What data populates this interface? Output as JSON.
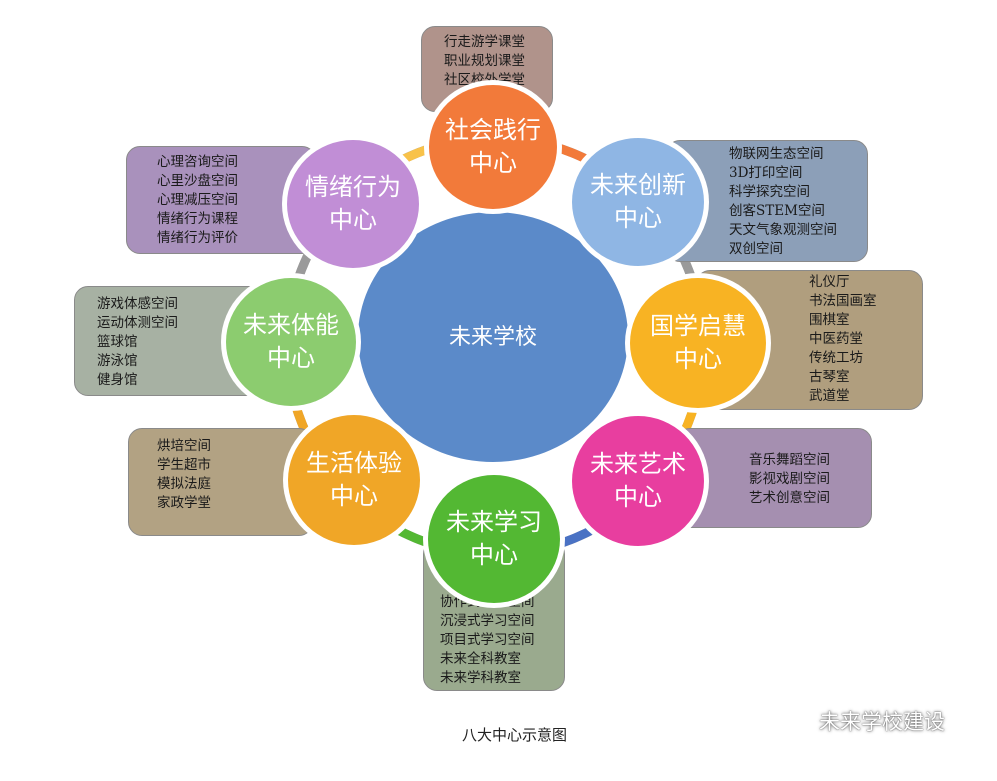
{
  "center": {
    "label": "未来学校",
    "color": "#5b8ac9"
  },
  "ring_color": "#9a9a9a",
  "nodes": [
    {
      "id": "social",
      "label": "社会践行\n中心",
      "color": "#f27a3a",
      "box_color": "#b0938b",
      "items": [
        "行走游学课堂",
        "职业规划课堂",
        "社区校外学堂"
      ]
    },
    {
      "id": "innovation",
      "label": "未来创新\n中心",
      "color": "#8fb6e4",
      "box_color": "#8c9fb8",
      "items": [
        "物联网生态空间",
        "3D打印空间",
        "科学探究空间",
        "创客STEM空间",
        "天文气象观测空间",
        "双创空间"
      ]
    },
    {
      "id": "sinology",
      "label": "国学启慧\n中心",
      "color": "#f8b323",
      "box_color": "#b09e7e",
      "items": [
        "礼仪厅",
        "书法国画室",
        "围棋室",
        "中医药堂",
        "传统工坊",
        "古琴室",
        "武道堂"
      ]
    },
    {
      "id": "art",
      "label": "未来艺术\n中心",
      "color": "#e83e9f",
      "box_color": "#a58fb0",
      "items": [
        "音乐舞蹈空间",
        "影视戏剧空间",
        "艺术创意空间"
      ]
    },
    {
      "id": "learning",
      "label": "未来学习\n中心",
      "color": "#53b833",
      "box_color": "#9aaa8e",
      "items": [
        "协作式学习空间",
        "沉浸式学习空间",
        "项目式学习空间",
        "未来全科教室",
        "未来学科教室"
      ]
    },
    {
      "id": "life",
      "label": "生活体验\n中心",
      "color": "#f0a627",
      "box_color": "#b2a283",
      "items": [
        "烘培空间",
        "学生超市",
        "模拟法庭",
        "家政学堂"
      ]
    },
    {
      "id": "fitness",
      "label": "未来体能\n中心",
      "color": "#8ccc6f",
      "box_color": "#a7b1a3",
      "items": [
        "游戏体感空间",
        "运动体测空间",
        "篮球馆",
        "游泳馆",
        "健身馆"
      ]
    },
    {
      "id": "emotion",
      "label": "情绪行为\n中心",
      "color": "#c18ed6",
      "box_color": "#a991bc",
      "items": [
        "心理咨询空间",
        "心里沙盘空间",
        "心理减压空间",
        "情绪行为课程",
        "情绪行为评价"
      ]
    }
  ],
  "ring_segment_colors": [
    "#f27a3a",
    "#9a9a9a",
    "#f8b323",
    "#4a72c4",
    "#53b833",
    "#f0a627",
    "#9a9a9a",
    "#f8c24a"
  ],
  "caption": "八大中心示意图",
  "watermark": {
    "text": "未来学校建设",
    "icon": "wechat-icon"
  }
}
